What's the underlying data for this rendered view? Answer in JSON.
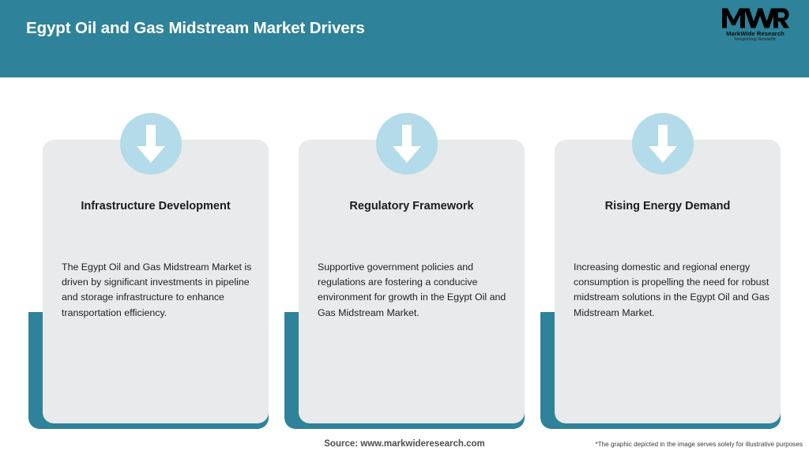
{
  "header": {
    "title": "Egypt Oil and Gas Midstream Market Drivers",
    "background_color": "#2e8299",
    "title_color": "#ffffff"
  },
  "logo": {
    "mark": "MWR",
    "name": "MarkWide Research",
    "tagline": "Inspiring Growth"
  },
  "cards": [
    {
      "icon": "down-arrow-icon",
      "heading": "Infrastructure Development",
      "body": "The Egypt Oil and Gas Midstream Market is driven by significant investments in pipeline and storage infrastructure to enhance transportation efficiency."
    },
    {
      "icon": "down-arrow-icon",
      "heading": "Regulatory Framework",
      "body": "Supportive government policies and regulations are fostering a conducive environment for growth in the Egypt Oil and Gas Midstream Market."
    },
    {
      "icon": "down-arrow-icon",
      "heading": "Rising Energy Demand",
      "body": "Increasing domestic and regional energy consumption is propelling the need for robust midstream solutions in the Egypt Oil and Gas Midstream Market."
    }
  ],
  "footer": {
    "source": "Source: www.markwideresearch.com",
    "disclaimer": "*The graphic depicted in the image serves solely for illustrative purposes"
  },
  "colors": {
    "accent_teal": "#2e8299",
    "card_grey": "#e8eaeb",
    "icon_circle_blue": "#b3dbe9",
    "arrow_white": "#ffffff"
  }
}
